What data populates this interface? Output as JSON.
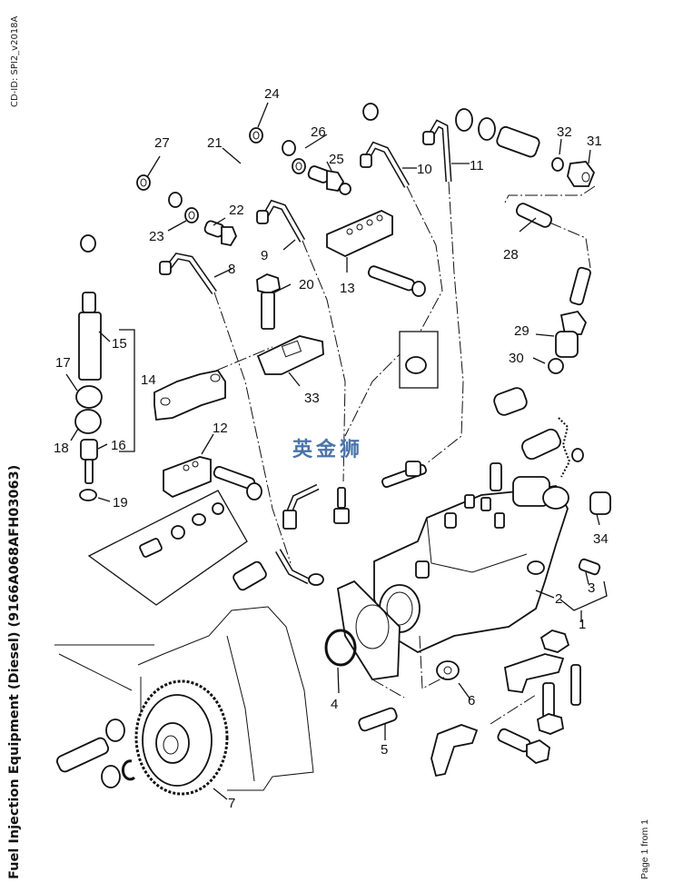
{
  "document": {
    "cd_id": "CD-ID: SPI2_v2018A",
    "title": "Fuel Injection Equipment (Diesel) (9166A068AFH03063)",
    "page": "Page 1 from 1",
    "watermark": "英金狮"
  },
  "callouts": [
    {
      "id": "1",
      "label": "1"
    },
    {
      "id": "2",
      "label": "2"
    },
    {
      "id": "3",
      "label": "3"
    },
    {
      "id": "4",
      "label": "4"
    },
    {
      "id": "5",
      "label": "5"
    },
    {
      "id": "6",
      "label": "6"
    },
    {
      "id": "7",
      "label": "7"
    },
    {
      "id": "8",
      "label": "8"
    },
    {
      "id": "9",
      "label": "9"
    },
    {
      "id": "10",
      "label": "10"
    },
    {
      "id": "11",
      "label": "11"
    },
    {
      "id": "12",
      "label": "12"
    },
    {
      "id": "13",
      "label": "13"
    },
    {
      "id": "14",
      "label": "14"
    },
    {
      "id": "15",
      "label": "15"
    },
    {
      "id": "16",
      "label": "16"
    },
    {
      "id": "17",
      "label": "17"
    },
    {
      "id": "18",
      "label": "18"
    },
    {
      "id": "19",
      "label": "19"
    },
    {
      "id": "20",
      "label": "20"
    },
    {
      "id": "21",
      "label": "21"
    },
    {
      "id": "22",
      "label": "22"
    },
    {
      "id": "23",
      "label": "23"
    },
    {
      "id": "24",
      "label": "24"
    },
    {
      "id": "25",
      "label": "25"
    },
    {
      "id": "26",
      "label": "26"
    },
    {
      "id": "27",
      "label": "27"
    },
    {
      "id": "28",
      "label": "28"
    },
    {
      "id": "29",
      "label": "29"
    },
    {
      "id": "30",
      "label": "30"
    },
    {
      "id": "31",
      "label": "31"
    },
    {
      "id": "32",
      "label": "32"
    },
    {
      "id": "33",
      "label": "33"
    },
    {
      "id": "34",
      "label": "34"
    }
  ]
}
